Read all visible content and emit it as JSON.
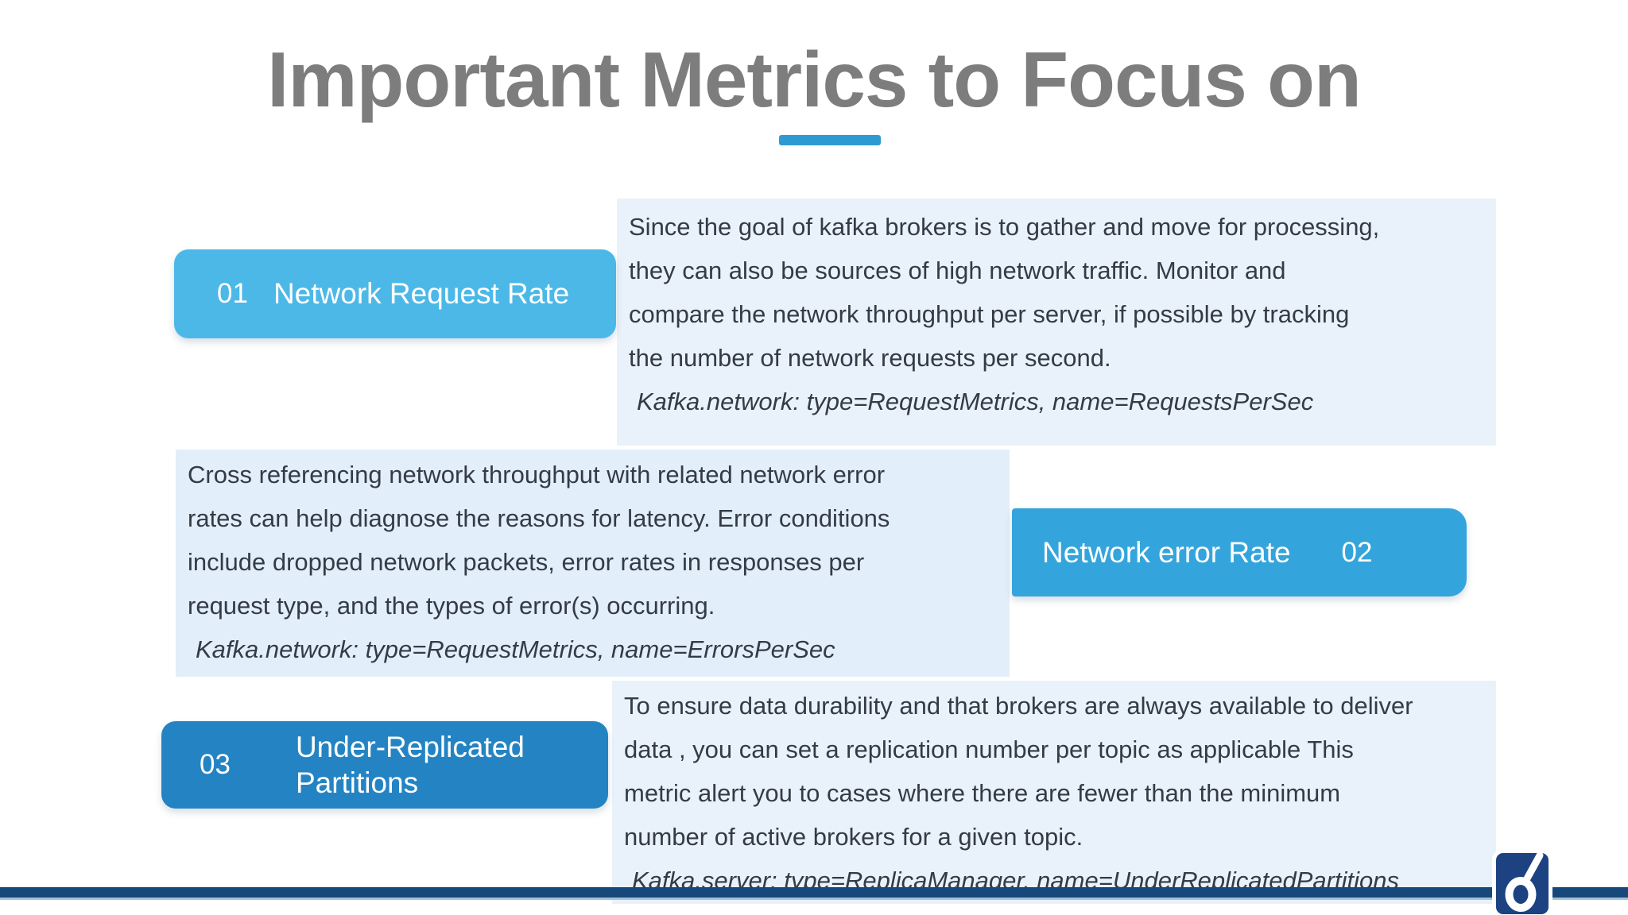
{
  "slide": {
    "title": "Important Metrics to Focus on",
    "sections": [
      {
        "number": "01",
        "label": "Network Request Rate",
        "description_lines": [
          "Since the goal of kafka brokers is to gather and move for processing,",
          "they can also be sources of high network traffic. Monitor and",
          "compare the network throughput per server, if possible by tracking",
          "the number of network requests per second."
        ],
        "metric": "Kafka.network: type=RequestMetrics, name=RequestsPerSec"
      },
      {
        "number": "02",
        "label": "Network error Rate",
        "description_lines": [
          "Cross referencing network throughput with related network error",
          "rates can help diagnose the reasons for latency. Error conditions",
          "include dropped network packets, error rates in responses per",
          "request type, and the types of error(s) occurring."
        ],
        "metric": "Kafka.network: type=RequestMetrics, name=ErrorsPerSec"
      },
      {
        "number": "03",
        "label": "Under-Replicated Partitions",
        "description_lines": [
          "To ensure data durability and that brokers are always available to deliver",
          "data , you can set a replication number per topic as applicable This",
          "metric alert you to cases where there are fewer than the minimum",
          "number of active brokers for a given topic."
        ],
        "metric": "Kafka.server: type=ReplicaManager, name=UnderReplicatedPartitions"
      }
    ],
    "colors": {
      "title_text": "#7d7d7d",
      "title_underline": "#2e9ad2",
      "label_box_1": "#4cb8e7",
      "label_box_2": "#34a5dc",
      "label_box_3": "#2484c3",
      "description_bg": "#e9f2fb",
      "body_text": "#343b47",
      "footer_bar": "#16487b",
      "logo_bg": "#1c4282"
    },
    "footer": {
      "logo_icon": "o-acute-slash-logo"
    }
  }
}
